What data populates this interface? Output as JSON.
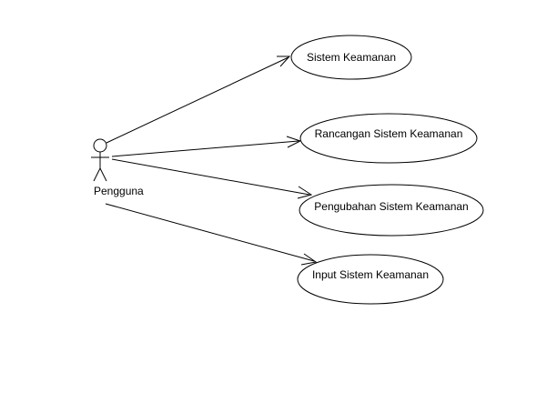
{
  "actor": {
    "name": "Pengguna"
  },
  "use_cases": [
    {
      "label": "Sistem Keamanan"
    },
    {
      "label": "Rancangan Sistem Keamanan"
    },
    {
      "label": "Pengubahan Sistem Keamanan"
    },
    {
      "label": "Input Sistem Keamanan"
    }
  ],
  "colors": {
    "stroke": "#000000",
    "fill": "#ffffff",
    "background": "#ffffff"
  }
}
